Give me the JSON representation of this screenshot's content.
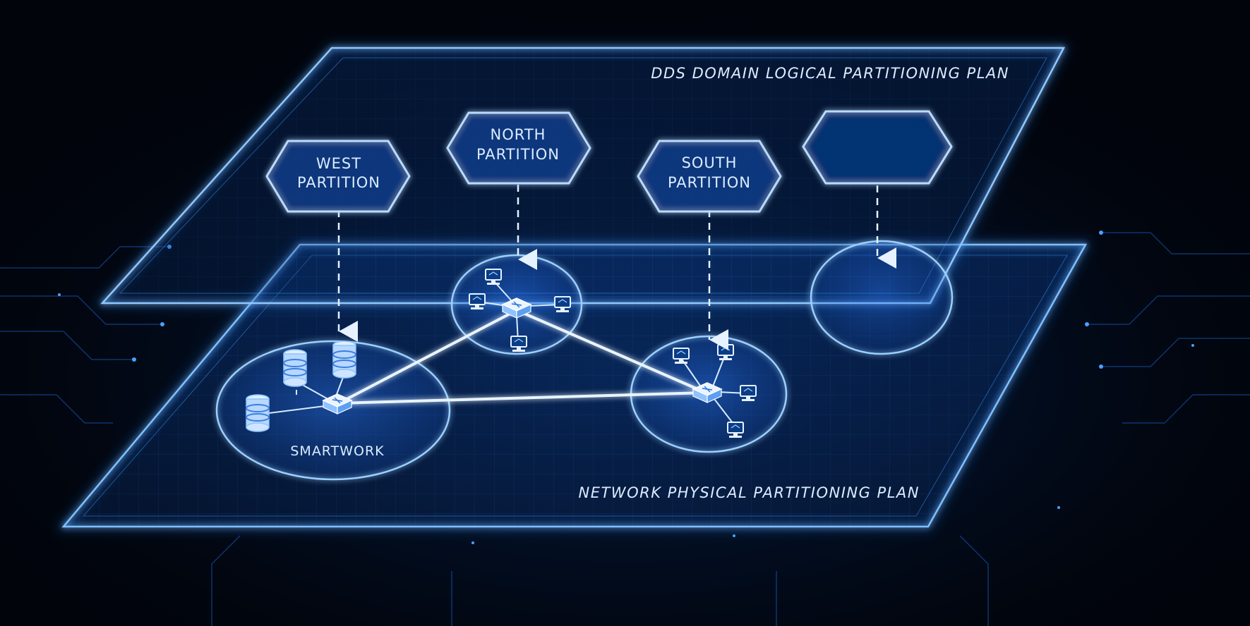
{
  "logical_plane": {
    "title": "DDS DOMAIN LOGICAL PARTITIONING PLAN",
    "partitions": [
      {
        "id": "west",
        "line1": "WEST",
        "line2": "PARTITION"
      },
      {
        "id": "north",
        "line1": "NORTH",
        "line2": "PARTITION"
      },
      {
        "id": "south",
        "line1": "SOUTH",
        "line2": "PARTITION"
      },
      {
        "id": "unnamed",
        "line1": "",
        "line2": ""
      }
    ]
  },
  "physical_plane": {
    "title": "NETWORK PHYSICAL PARTITIONING PLAN",
    "networks": [
      {
        "id": "smartwork",
        "label": "SMARTWORK",
        "devices": "database-icon"
      },
      {
        "id": "north-net",
        "label": "",
        "devices": "workstation-icon"
      },
      {
        "id": "south-net",
        "label": "",
        "devices": "workstation-icon"
      },
      {
        "id": "empty-net",
        "label": "",
        "devices": ""
      }
    ]
  },
  "colors": {
    "background": "#01040b",
    "glow": "#2f8cff",
    "line": "#cfe6ff",
    "text": "#dcecff"
  }
}
